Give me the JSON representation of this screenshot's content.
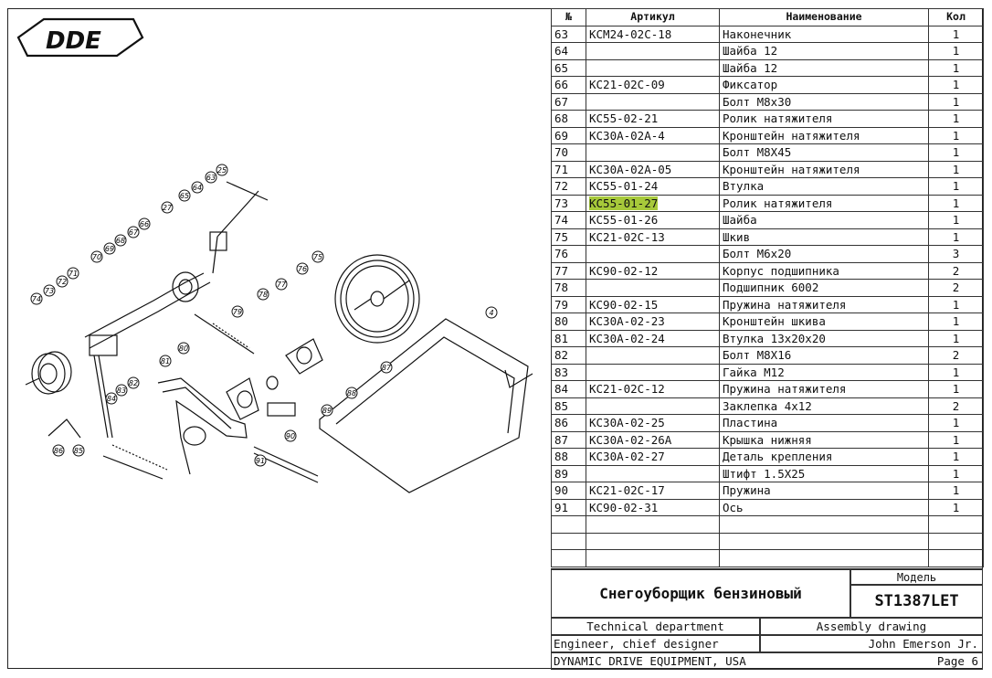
{
  "logo": {
    "text": "DDE"
  },
  "table": {
    "headers": {
      "num": "№",
      "article": "Артикул",
      "name": "Наименование",
      "qty": "Кол"
    },
    "rows": [
      {
        "num": "63",
        "article": "KCM24-02C-18",
        "name": "Наконечник",
        "qty": "1"
      },
      {
        "num": "64",
        "article": "",
        "name": "Шайба 12",
        "qty": "1"
      },
      {
        "num": "65",
        "article": "",
        "name": "Шайба 12",
        "qty": "1"
      },
      {
        "num": "66",
        "article": "KC21-02C-09",
        "name": "Фиксатор",
        "qty": "1"
      },
      {
        "num": "67",
        "article": "",
        "name": "Болт M8x30",
        "qty": "1"
      },
      {
        "num": "68",
        "article": "KC55-02-21",
        "name": "Ролик натяжителя",
        "qty": "1"
      },
      {
        "num": "69",
        "article": "KC30A-02A-4",
        "name": "Кронштейн  натяжителя",
        "qty": "1"
      },
      {
        "num": "70",
        "article": "",
        "name": "Болт M8X45",
        "qty": "1"
      },
      {
        "num": "71",
        "article": "KC30A-02A-05",
        "name": "Кронштейн  натяжителя",
        "qty": "1"
      },
      {
        "num": "72",
        "article": "KC55-01-24",
        "name": "Втулка",
        "qty": "1"
      },
      {
        "num": "73",
        "article": "KC55-01-27",
        "name": "Ролик натяжителя",
        "qty": "1",
        "highlight": true
      },
      {
        "num": "74",
        "article": "KC55-01-26",
        "name": "Шайба",
        "qty": "1"
      },
      {
        "num": "75",
        "article": "KC21-02C-13",
        "name": "Шкив",
        "qty": "1"
      },
      {
        "num": "76",
        "article": "",
        "name": "Болт M6x20",
        "qty": "3"
      },
      {
        "num": "77",
        "article": "KC90-02-12",
        "name": "Корпус подшипника",
        "qty": "2"
      },
      {
        "num": "78",
        "article": "",
        "name": "Подшипник 6002",
        "qty": "2"
      },
      {
        "num": "79",
        "article": "KC90-02-15",
        "name": "Пружина натяжителя",
        "qty": "1"
      },
      {
        "num": "80",
        "article": "KC30A-02-23",
        "name": "Кронштейн шкива",
        "qty": "1"
      },
      {
        "num": "81",
        "article": "KC30A-02-24",
        "name": "Втулка 13x20x20",
        "qty": "1"
      },
      {
        "num": "82",
        "article": "",
        "name": "Болт M8X16",
        "qty": "2"
      },
      {
        "num": "83",
        "article": "",
        "name": "Гайка M12",
        "qty": "1"
      },
      {
        "num": "84",
        "article": "KC21-02C-12",
        "name": "Пружина натяжителя",
        "qty": "1"
      },
      {
        "num": "85",
        "article": "",
        "name": "Заклепка 4x12",
        "qty": "2"
      },
      {
        "num": "86",
        "article": "KC30A-02-25",
        "name": "Пластина",
        "qty": "1"
      },
      {
        "num": "87",
        "article": "KC30A-02-26A",
        "name": "Крышка нижняя",
        "qty": "1"
      },
      {
        "num": "88",
        "article": "KC30A-02-27",
        "name": "Деталь крепления",
        "qty": "1"
      },
      {
        "num": "89",
        "article": "",
        "name": "Штифт 1.5X25",
        "qty": "1"
      },
      {
        "num": "90",
        "article": "KC21-02C-17",
        "name": "Пружина",
        "qty": "1"
      },
      {
        "num": "91",
        "article": "KC90-02-31",
        "name": "Ось",
        "qty": "1"
      },
      {
        "num": "",
        "article": "",
        "name": "",
        "qty": ""
      },
      {
        "num": "",
        "article": "",
        "name": "",
        "qty": ""
      },
      {
        "num": "",
        "article": "",
        "name": "",
        "qty": ""
      }
    ]
  },
  "title_block": {
    "product_name": "Снегоуборщик бензиновый",
    "model_label": "Модель",
    "model": "ST1387LET",
    "department": "Technical department",
    "drawing_type": "Assembly drawing",
    "engineer_role": "Engineer, chief designer",
    "engineer_name": "John Emerson Jr.",
    "company": "DYNAMIC DRIVE EQUIPMENT, USA",
    "page": "Page 6"
  },
  "callouts": [
    "25",
    "63",
    "64",
    "65",
    "27",
    "66",
    "67",
    "68",
    "69",
    "70",
    "71",
    "72",
    "73",
    "74",
    "75",
    "76",
    "77",
    "78",
    "79",
    "4",
    "80",
    "81",
    "82",
    "83",
    "84",
    "85",
    "86",
    "87",
    "88",
    "89",
    "90",
    "91"
  ]
}
